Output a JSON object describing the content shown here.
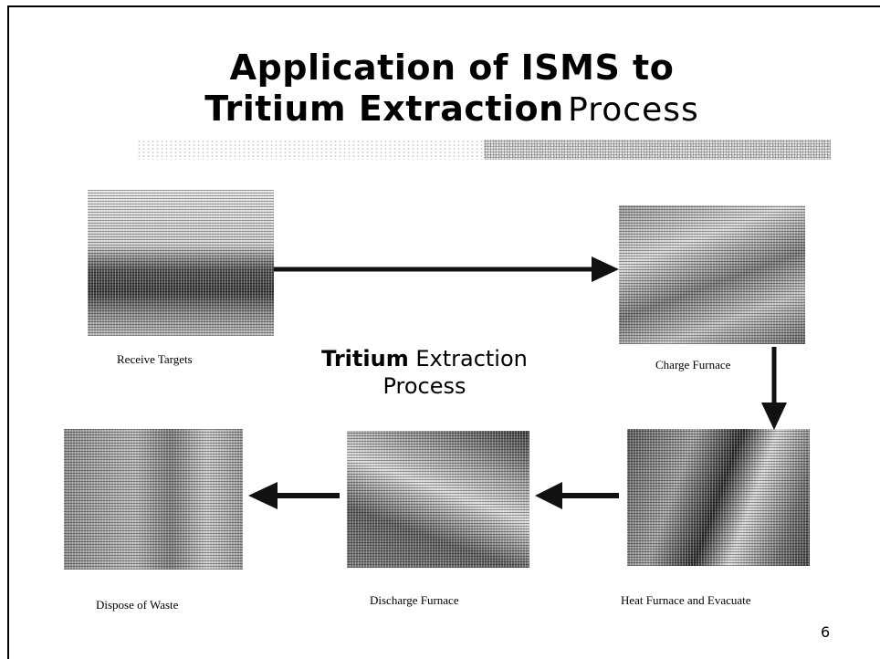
{
  "slide": {
    "title_line1": "Application of ISMS to",
    "title_line2_bold": "Tritium Extraction",
    "title_line2_plain": "Process",
    "center_label_bold": "Tritium",
    "center_label_rest": "Extraction",
    "center_label_line2": "Process",
    "page_number": "6"
  },
  "steps": [
    {
      "label": "Receive Targets"
    },
    {
      "label": "Charge Furnace"
    },
    {
      "label": "Heat Furnace and Evacuate"
    },
    {
      "label": "Discharge Furnace"
    },
    {
      "label": "Dispose of Waste"
    }
  ],
  "colors": {
    "arrow": "#111111",
    "frame": "#000000",
    "background": "#ffffff"
  }
}
